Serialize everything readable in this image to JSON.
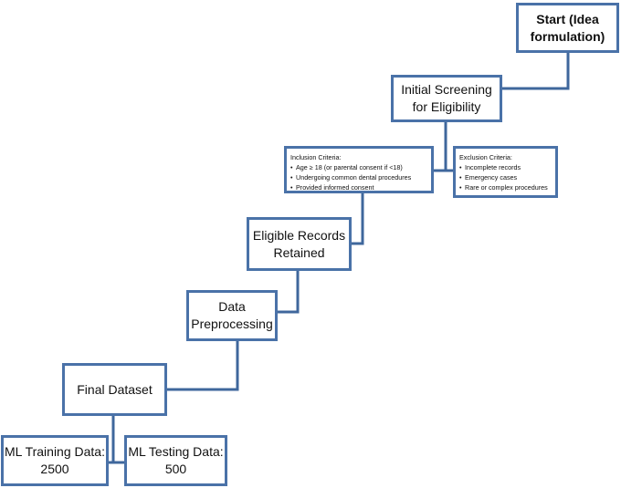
{
  "nodes": {
    "start": {
      "lines": [
        "Start (Idea",
        "formulation)"
      ]
    },
    "screening": {
      "lines": [
        "Initial Screening",
        "for Eligibility"
      ]
    },
    "inclusion": {
      "title": "Inclusion Criteria:",
      "items": [
        "Age ≥ 18 (or parental consent if <18)",
        "Undergoing common dental procedures",
        "Provided informed consent"
      ]
    },
    "exclusion": {
      "title": "Exclusion Criteria:",
      "items": [
        "Incomplete records",
        "Emergency cases",
        "Rare or complex procedures"
      ]
    },
    "eligible": {
      "lines": [
        "Eligible Records",
        "Retained"
      ]
    },
    "preprocessing": {
      "lines": [
        "Data",
        "Preprocessing"
      ]
    },
    "final": {
      "lines": [
        "Final Dataset"
      ]
    },
    "training": {
      "lines": [
        "ML Training Data:",
        "2500"
      ]
    },
    "testing": {
      "lines": [
        "ML Testing Data:",
        "500"
      ]
    }
  }
}
